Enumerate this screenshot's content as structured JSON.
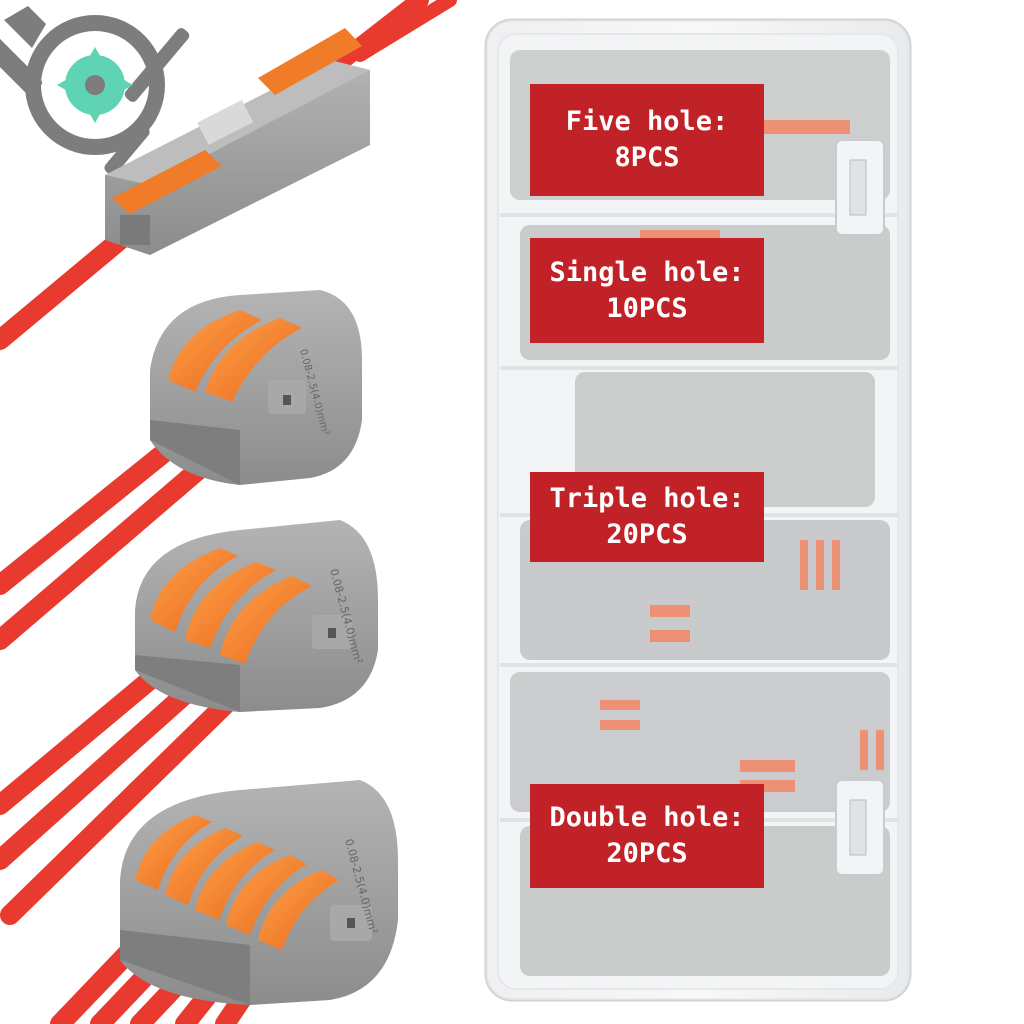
{
  "brand": {
    "logo": "wrench-screwdriver-gear-logo"
  },
  "colors": {
    "wire": "#e83a2e",
    "lever": "#f07c2a",
    "housing": "#9a9a9a",
    "label_bg": "#c02227",
    "logo_gray": "#7d7d7d",
    "logo_teal": "#5fd3b3"
  },
  "labels": {
    "five": {
      "line1": "Five hole:",
      "line2": "8PCS"
    },
    "single": {
      "line1": "Single hole:",
      "line2": "10PCS"
    },
    "triple": {
      "line1": "Triple hole:",
      "line2": "20PCS"
    },
    "double": {
      "line1": "Double hole:",
      "line2": "20PCS"
    }
  },
  "connectors": [
    {
      "name": "inline-single-connector",
      "levers": 2
    },
    {
      "name": "two-way-connector",
      "levers": 2,
      "marking": "0.08-2.5(4.0)mm²"
    },
    {
      "name": "three-way-connector",
      "levers": 3,
      "marking": "0.08-2.5(4.0)mm²"
    },
    {
      "name": "five-way-connector",
      "levers": 5,
      "marking": "0.08-2.5(4.0)mm²"
    }
  ]
}
